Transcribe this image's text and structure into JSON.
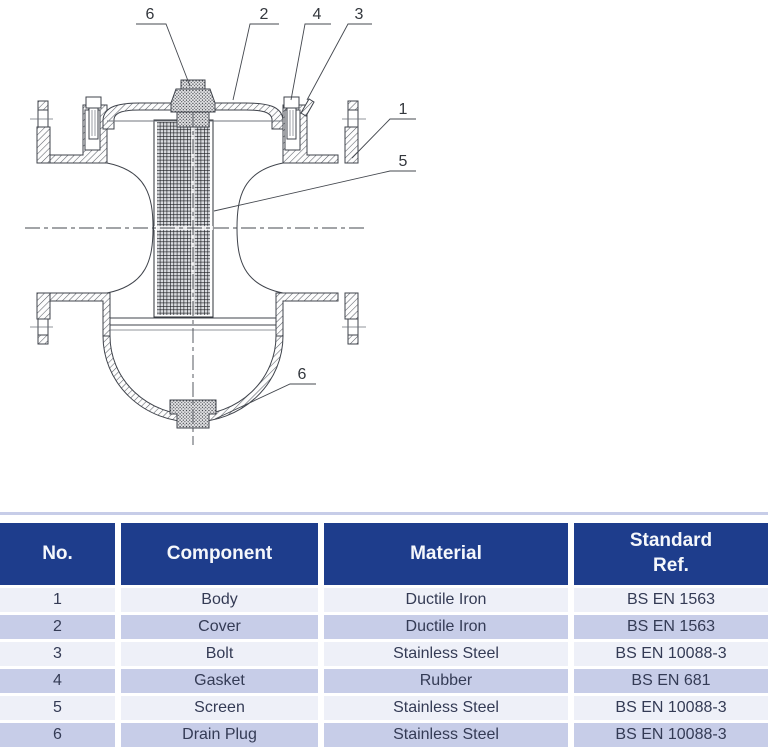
{
  "diagram": {
    "callouts": [
      {
        "name": "top-plug",
        "label": "6"
      },
      {
        "name": "cover",
        "label": "2"
      },
      {
        "name": "gasket",
        "label": "4"
      },
      {
        "name": "bolt",
        "label": "3"
      },
      {
        "name": "body",
        "label": "1"
      },
      {
        "name": "screen",
        "label": "5"
      },
      {
        "name": "drain-plug",
        "label": "6"
      }
    ]
  },
  "table": {
    "headers": [
      "No.",
      "Component",
      "Material",
      "Standard\nRef."
    ],
    "rows": [
      [
        "1",
        "Body",
        "Ductile Iron",
        "BS EN 1563"
      ],
      [
        "2",
        "Cover",
        "Ductile Iron",
        "BS EN 1563"
      ],
      [
        "3",
        "Bolt",
        "Stainless Steel",
        "BS EN 10088-3"
      ],
      [
        "4",
        "Gasket",
        "Rubber",
        "BS EN 681"
      ],
      [
        "5",
        "Screen",
        "Stainless Steel",
        "BS EN 10088-3"
      ],
      [
        "6",
        "Drain Plug",
        "Stainless Steel",
        "BS EN 10088-3"
      ]
    ]
  },
  "colors": {
    "table_header_bg": "#1e3d8c",
    "table_header_text": "#f5f7fb",
    "row_odd_bg": "#eef0f8",
    "row_even_bg": "#c7cde8",
    "table_text": "#343b55",
    "line_color": "#3f434b"
  }
}
